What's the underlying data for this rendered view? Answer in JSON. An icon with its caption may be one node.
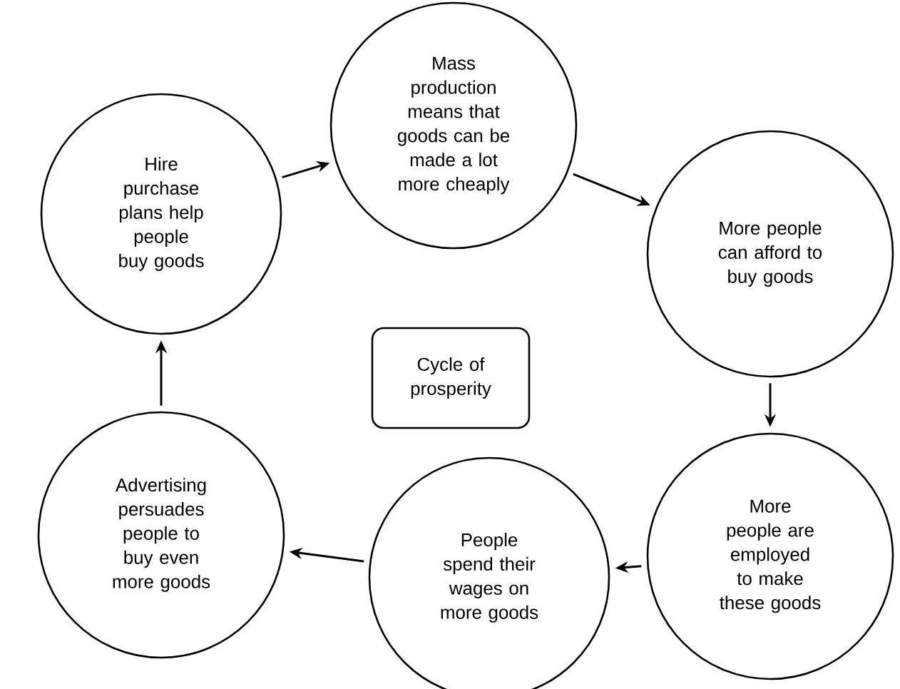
{
  "diagram": {
    "nodes": [
      {
        "text": [
          "Hire purchase plans help people buy goods"
        ]
      },
      {
        "text": [
          "Mass production means that goods can be made a lot more cheaply"
        ]
      },
      {
        "text": [
          "More people can afford to buy goods"
        ]
      },
      {
        "text": [
          "More people are employed to make these goods"
        ]
      },
      {
        "text": [
          "People spend their wages on more goods"
        ]
      },
      {
        "text": [
          "Advertising persuades people to buy even more goods"
        ]
      },
      {
        "text": [
          "Cycle of prosperity"
        ]
      }
    ],
    "edges": [
      {
        "from": 0,
        "to": 1,
        "arrow": "to"
      },
      {
        "from": 1,
        "to": 2,
        "arrow": "to"
      },
      {
        "from": 2,
        "to": 3,
        "arrow": "to"
      },
      {
        "from": 3,
        "to": 4,
        "arrow": "to"
      },
      {
        "from": 4,
        "to": 5,
        "arrow": "to"
      },
      {
        "from": 5,
        "to": 0,
        "arrow": "to"
      }
    ]
  }
}
